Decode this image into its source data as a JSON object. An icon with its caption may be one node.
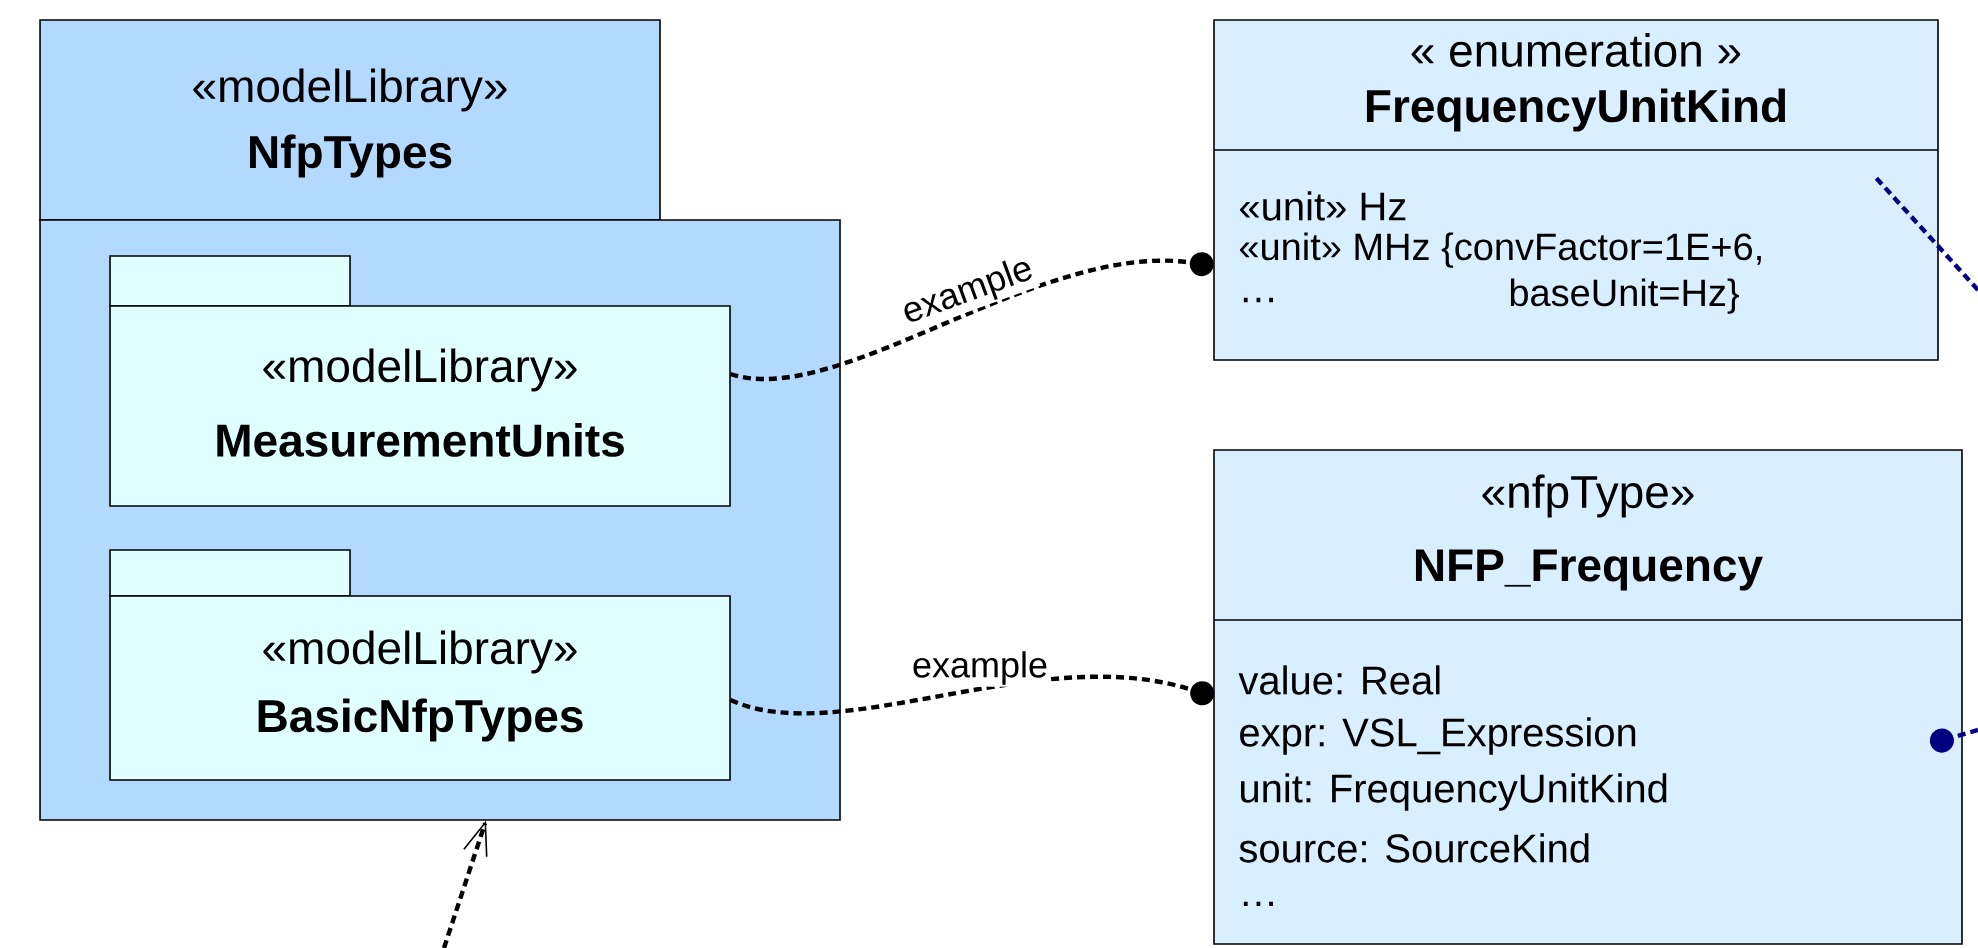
{
  "diagram": {
    "nodes": [
      {
        "text": [
          "«modelLibrary»",
          "NfpTypes"
        ]
      },
      {
        "text": [
          "«modelLibrary»",
          "MeasurementUnits"
        ],
        "in": 0
      },
      {
        "text": [
          "«modelLibrary»",
          "BasicNfpTypes"
        ],
        "in": 0
      },
      {
        "text": [
          "« enumeration »",
          "FrequencyUnitKind",
          "«unit» Hz",
          "«unit» MHz {convFactor=1E+6, baseUnit=Hz}",
          "…"
        ]
      },
      {
        "text": [
          "«nfpType»",
          "NFP_Frequency",
          "value: Real",
          "expr: VSL_Expression",
          "unit: FrequencyUnitKind",
          "source: SourceKind",
          "…"
        ]
      }
    ],
    "edges": [
      {
        "from": 1,
        "to": 3,
        "arrow": "other",
        "label": "example",
        "style": "dashed"
      },
      {
        "from": 2,
        "to": 4,
        "arrow": "other",
        "label": "example",
        "style": "dashed"
      },
      {
        "from": null,
        "to": 0,
        "arrow": "to",
        "style": "dashed"
      },
      {
        "from": null,
        "to": 4,
        "arrow": "other",
        "style": "dashed",
        "color": "#000080"
      },
      {
        "from": null,
        "to": 3,
        "arrow": "none",
        "style": "dashed",
        "color": "#000080"
      }
    ]
  }
}
